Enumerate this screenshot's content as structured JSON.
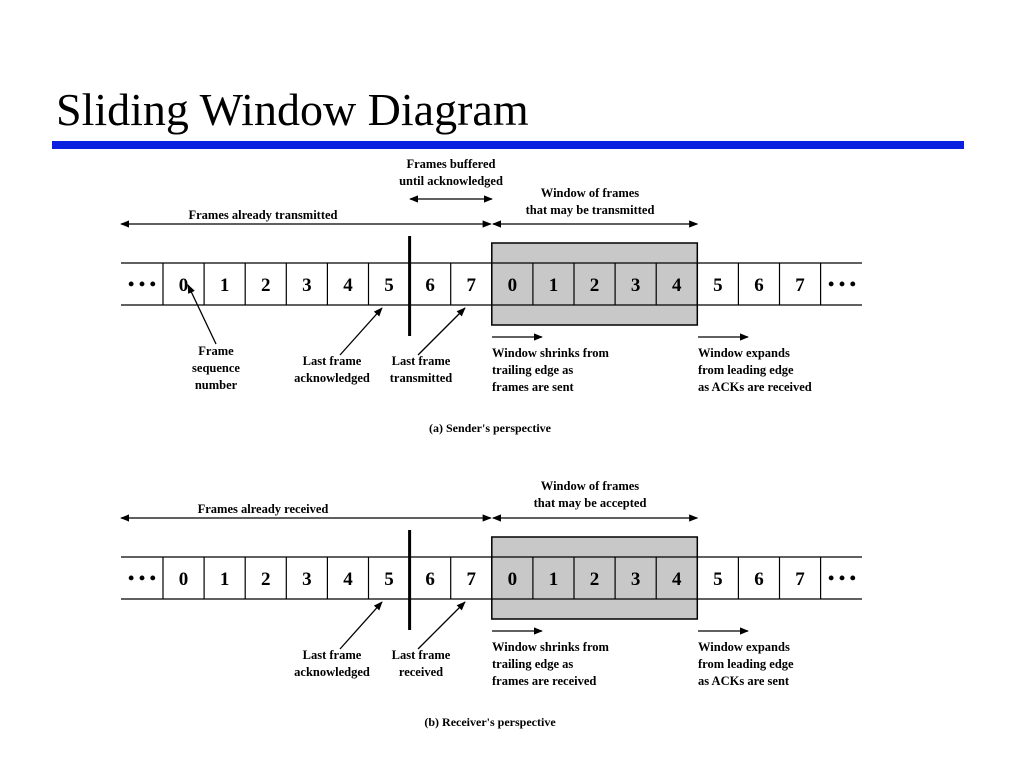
{
  "title": "Sliding Window Diagram",
  "accent_color": "#0a22e0",
  "window_fill": "#c8c8c8",
  "ellipsis": "• • •",
  "panels": [
    {
      "cells": [
        "0",
        "1",
        "2",
        "3",
        "4",
        "5",
        "6",
        "7",
        "0",
        "1",
        "2",
        "3",
        "4",
        "5",
        "6",
        "7"
      ],
      "window_first": 8,
      "window_last": 12,
      "boundary_after": 5,
      "left_span_label": "Frames already transmitted",
      "buffer_label": [
        "Frames buffered",
        "until acknowledged"
      ],
      "window_label": [
        "Window of frames",
        "that may be transmitted"
      ],
      "sequence_label": [
        "Frame",
        "sequence",
        "number"
      ],
      "last_ack_label": [
        "Last frame",
        "acknowledged"
      ],
      "last_frame_label": [
        "Last frame",
        "transmitted"
      ],
      "shrink_label": [
        "Window shrinks from",
        "trailing edge as",
        "frames are sent"
      ],
      "expand_label": [
        "Window expands",
        "from leading edge",
        "as ACKs are received"
      ],
      "caption": "(a) Sender's perspective"
    },
    {
      "cells": [
        "0",
        "1",
        "2",
        "3",
        "4",
        "5",
        "6",
        "7",
        "0",
        "1",
        "2",
        "3",
        "4",
        "5",
        "6",
        "7"
      ],
      "window_first": 8,
      "window_last": 12,
      "boundary_after": 5,
      "left_span_label": "Frames already received",
      "window_label": [
        "Window of frames",
        "that may be accepted"
      ],
      "last_ack_label": [
        "Last frame",
        "acknowledged"
      ],
      "last_frame_label": [
        "Last frame",
        "received"
      ],
      "shrink_label": [
        "Window shrinks from",
        "trailing edge as",
        "frames are received"
      ],
      "expand_label": [
        "Window expands",
        "from leading edge",
        "as ACKs are sent"
      ],
      "caption": "(b) Receiver's perspective"
    }
  ]
}
